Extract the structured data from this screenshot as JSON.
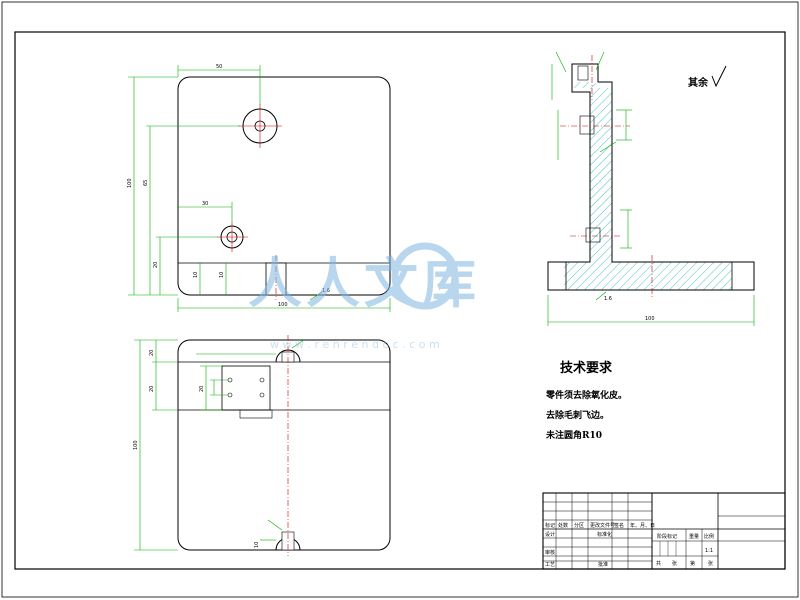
{
  "drawing": {
    "roughness_symbol": "其余",
    "surface_symbol_label": "1.6",
    "tech_title": "技术要求",
    "tech_notes": [
      "零件须去除氧化皮。",
      "去除毛刺飞边。",
      "未注圆角R10"
    ],
    "dimensions": {
      "top_width": "50",
      "front_height": "100",
      "front_inner_height": "65",
      "front_base_height": "20",
      "front_hole_offset": "30",
      "front_small_a": "10",
      "front_small_b": "10",
      "front_width": "100",
      "side_width": "100",
      "plan_height": "100",
      "plan_a": "20",
      "plan_b": "20",
      "plan_c": "20",
      "plan_d": "10"
    },
    "title_block": {
      "row_labels": [
        "标记",
        "处数",
        "分区",
        "更改文件号",
        "签名",
        "年、月、日"
      ],
      "design": "设计",
      "standard": "标准化",
      "stage": "阶段标记",
      "weight": "重量",
      "scale": "比例",
      "scale_value": "1:1",
      "review": "审核",
      "process": "工艺",
      "approve": "批准",
      "sheet_a": "共",
      "sheet_b": "张",
      "sheet_c": "第",
      "sheet_d": "张"
    }
  },
  "watermark": {
    "cn": "人人文库",
    "url": "w w w . r e n r e n d o c . c o m"
  }
}
